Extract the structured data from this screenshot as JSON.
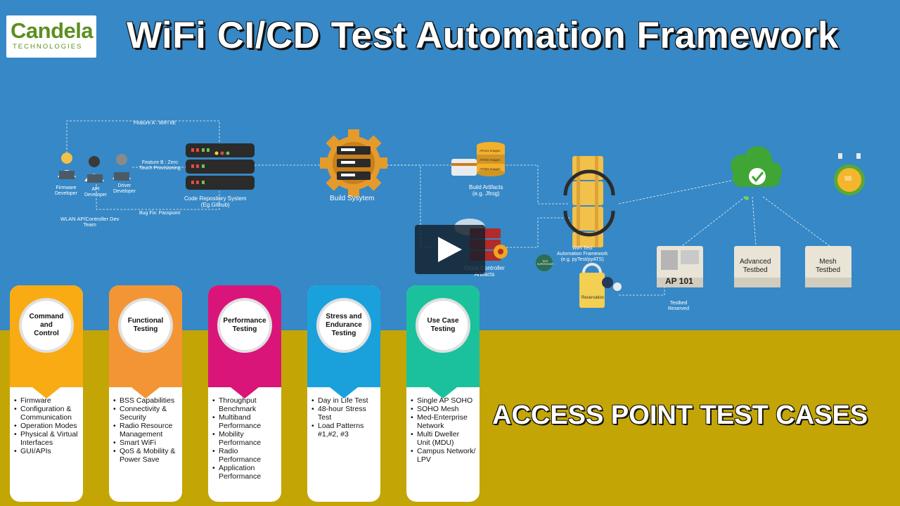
{
  "logo": {
    "main": "Candela",
    "sub": "TECHNOLOGIES"
  },
  "title": "WiFi CI/CD Test Automation Framework",
  "diagram": {
    "feature_a": "Feature A : WiFi 6E",
    "feature_b": "Feature B : Zero\nTouch Provisioning",
    "bug_fix": "Bug Fix: Passpoint",
    "firmware_dev": "Firmware\nDeveloper",
    "api_dev": "API\nDeveloper",
    "driver_dev": "Driver\nDeveloper",
    "dev_team": "WLAN AP/Controller Dev\nTeam",
    "code_repo": "Code Repository System\n(Eg.Github)",
    "build_system": "Build Sysytem",
    "build_artifacts": "Build Artifacts\n(e.g. Jfrog)",
    "cloud_controller": "Cloud Controller\nArtifacts",
    "wifi_test": "WiFi Test\nAutomation Framework\n(e.g. pyTest/pyATS)",
    "test_supervisor": "TEST\nSUPERVISOR",
    "reservation": "Reservation",
    "testbed_reserved": "Testbed\nReserved",
    "ap101": "AP 101",
    "advanced_testbed": "Advanced\nTestbed",
    "mesh_testbed": "Mesh\nTestbed",
    "gauge_value": "98",
    "ap_images": [
      "AP101 Images",
      "AP202 Images",
      "AP303 Images"
    ]
  },
  "cards": [
    {
      "title": "Command\nand\nControl",
      "color": "#f9ab14",
      "items": [
        "Firmware",
        "Configuration &\nCommunication",
        "Operation Modes",
        "Physical & Virtual\nInterfaces",
        "GUI/APIs"
      ]
    },
    {
      "title": "Functional\nTesting",
      "color": "#f39534",
      "items": [
        "BSS Capabilities",
        "Connectivity &\nSecurity",
        "Radio Resource\nManagement",
        "Smart WiFi",
        "QoS & Mobility &\nPower Save"
      ]
    },
    {
      "title": "Performance\nTesting",
      "color": "#d9157a",
      "items": [
        "Throughput\nBenchmark",
        "Multiband\nPerformance",
        "Mobility\nPerformance",
        "Radio\nPerformance",
        "Application\nPerformance"
      ]
    },
    {
      "title": "Stress and\nEndurance\nTesting",
      "color": "#1aa1dc",
      "items": [
        "Day in Life Test",
        "48-hour Stress\nTest",
        "Load Patterns\n#1,#2, #3"
      ]
    },
    {
      "title": "Use Case\nTesting",
      "color": "#1bc19c",
      "items": [
        "Single AP SOHO",
        "SOHO Mesh",
        "Med-Enterprise\nNetwork",
        "Multi Dweller\nUnit (MDU)",
        "Campus Network/\nLPV"
      ]
    }
  ],
  "subtitle": "ACCESS POINT TEST CASES"
}
